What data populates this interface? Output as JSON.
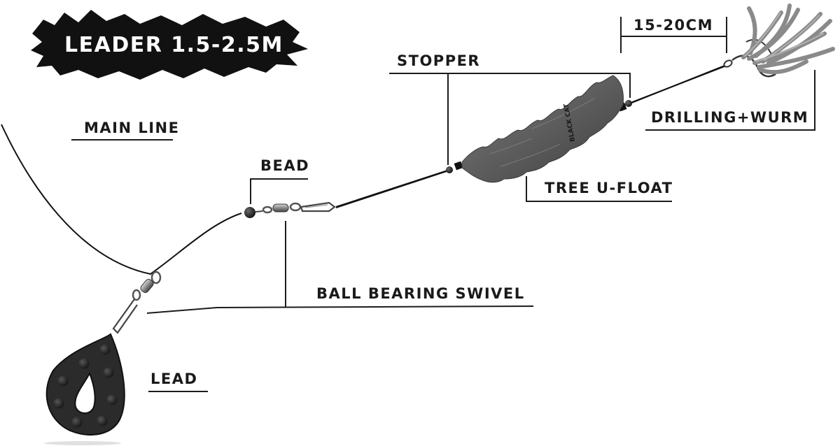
{
  "title": "LEADER 1.5-2.5M",
  "labels": {
    "main_line": "MAIN LINE",
    "bead": "BEAD",
    "stopper": "STOPPER",
    "distance": "15-20CM",
    "drilling": "DRILLING+WURM",
    "float": "TREE U-FLOAT",
    "swivel": "BALL BEARING SWIVEL",
    "lead": "LEAD"
  },
  "logo_text": "BLACK CAT",
  "colors": {
    "title_bg": "#111111",
    "float": "#5f5f5f",
    "lead": "#2b2b2b",
    "worm": "#8a8a8a"
  }
}
